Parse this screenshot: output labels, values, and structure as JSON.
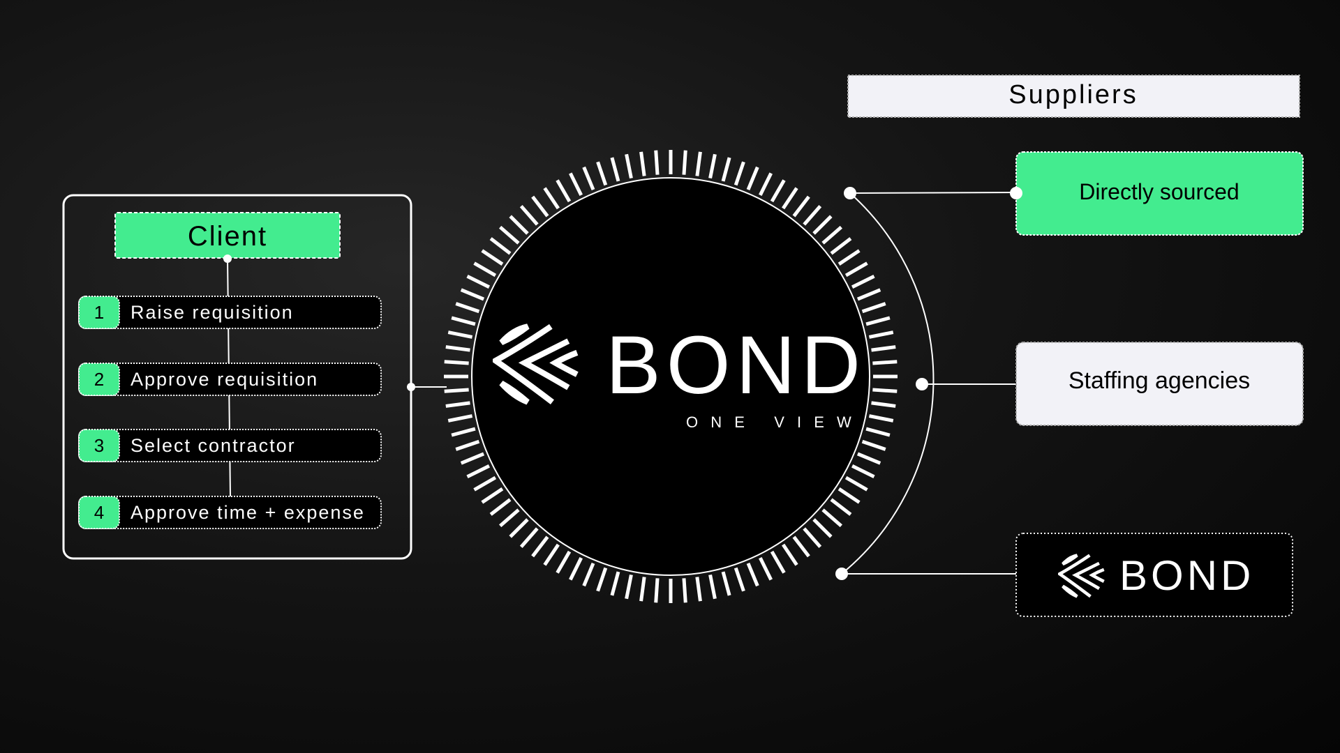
{
  "client": {
    "title": "Client",
    "steps": [
      {
        "number": "1",
        "label": "Raise requisition"
      },
      {
        "number": "2",
        "label": "Approve requisition"
      },
      {
        "number": "3",
        "label": "Select contractor"
      },
      {
        "number": "4",
        "label": "Approve time + expense"
      }
    ]
  },
  "center": {
    "brand": "BOND",
    "tagline": "O N E   V I E W"
  },
  "suppliers": {
    "title": "Suppliers",
    "items": [
      {
        "label": "Directly sourced"
      },
      {
        "label": "Staffing agencies"
      },
      {
        "label": "BOND"
      }
    ]
  },
  "colors": {
    "accent": "#43ec8f",
    "light": "#f2f2f7",
    "background": "#111111"
  }
}
